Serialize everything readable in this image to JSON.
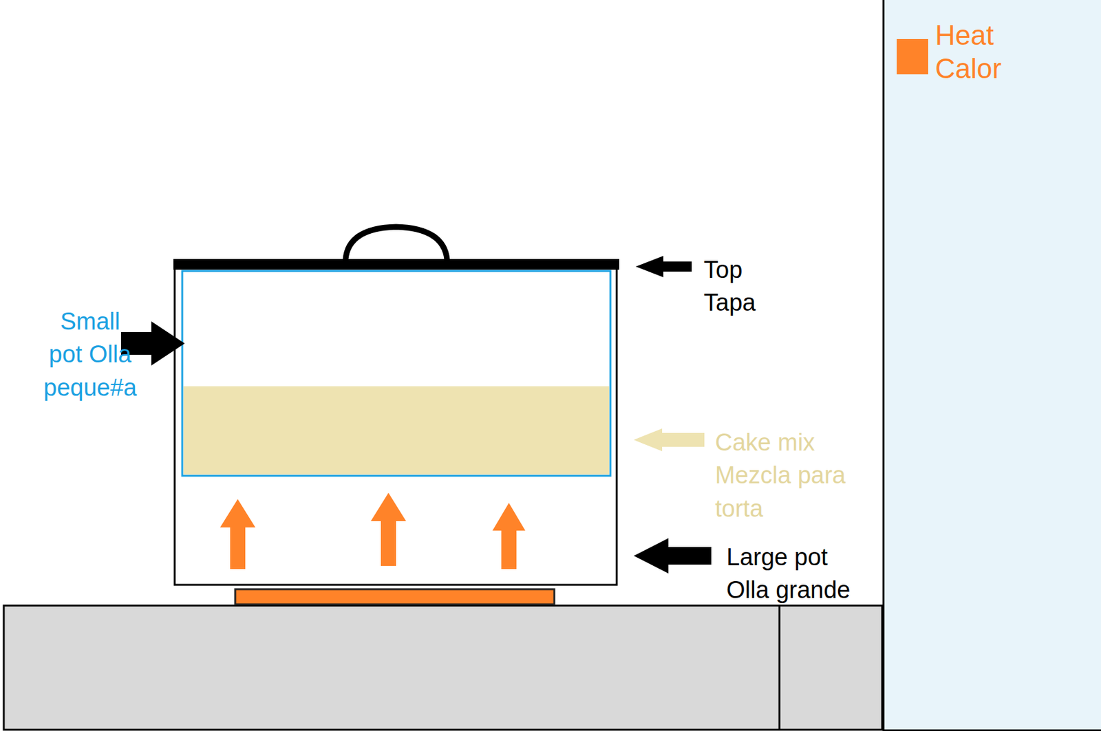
{
  "diagram": {
    "labels": [
      "Top Tapa",
      "Small pot Olla peque#a",
      "Cake mix Mezcla para torta",
      "Large pot Olla grande"
    ],
    "legend": [
      {
        "text": "Heat Calor",
        "color": "#ff8329"
      }
    ]
  }
}
